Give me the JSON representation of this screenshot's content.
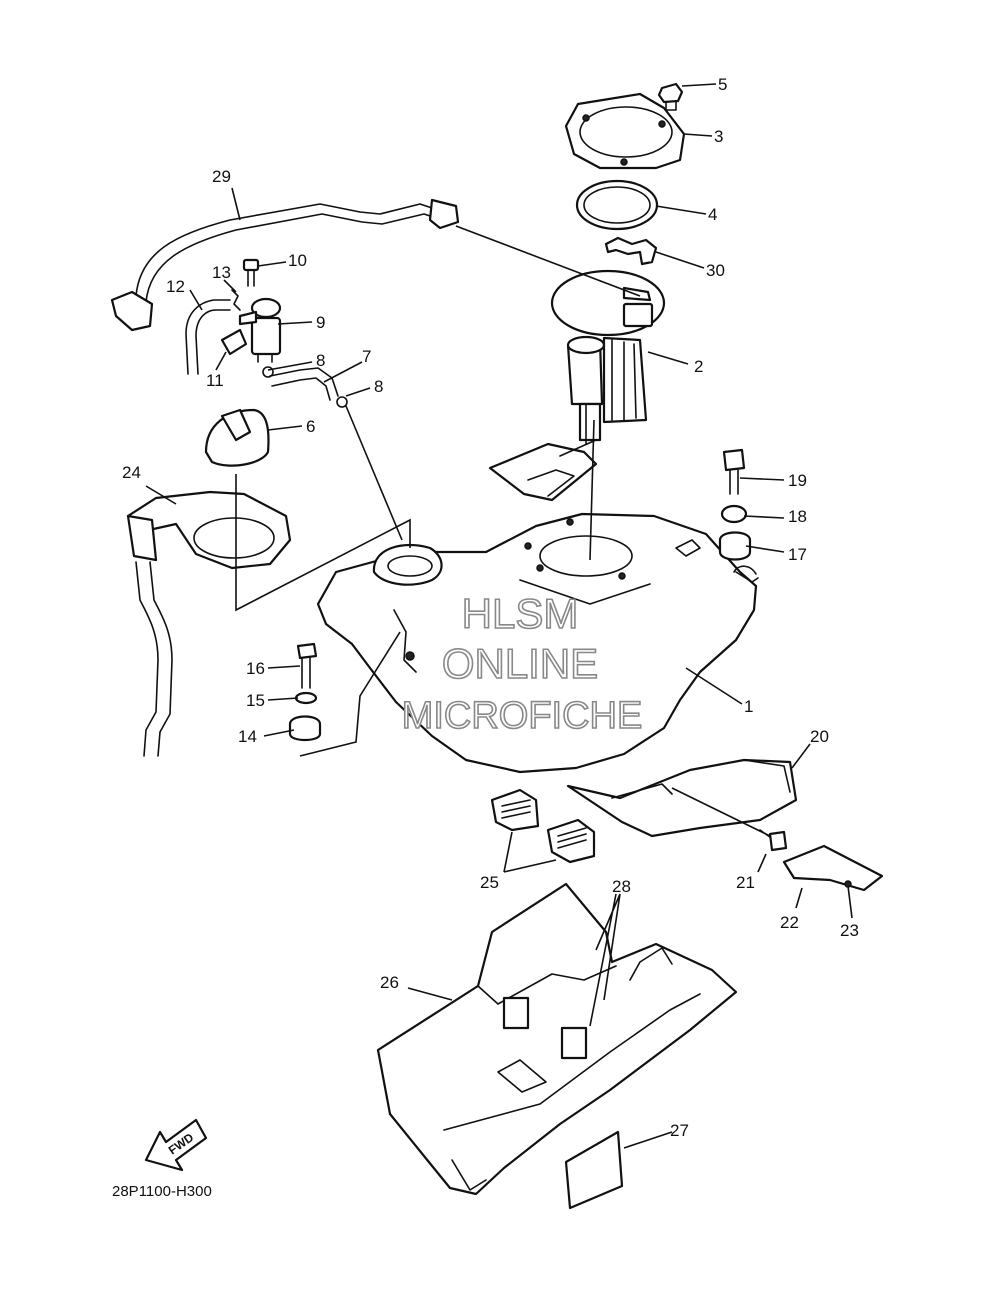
{
  "diagram": {
    "callouts": {
      "p1": "1",
      "p2": "2",
      "p3": "3",
      "p4": "4",
      "p5": "5",
      "p6": "6",
      "p7": "7",
      "p8a": "8",
      "p8b": "8",
      "p9": "9",
      "p10": "10",
      "p11": "11",
      "p12": "12",
      "p13": "13",
      "p14": "14",
      "p15": "15",
      "p16": "16",
      "p17": "17",
      "p18": "18",
      "p19": "19",
      "p20": "20",
      "p21": "21",
      "p22": "22",
      "p23": "23",
      "p24": "24",
      "p25": "25",
      "p26": "26",
      "p27": "27",
      "p28": "28",
      "p29": "29",
      "p30": "30"
    },
    "watermark": {
      "line1": "HLSM",
      "line2": "ONLINE",
      "line3": "MICROFICHE"
    },
    "direction_label": "FWD",
    "diagram_code": "28P1100-H300"
  }
}
